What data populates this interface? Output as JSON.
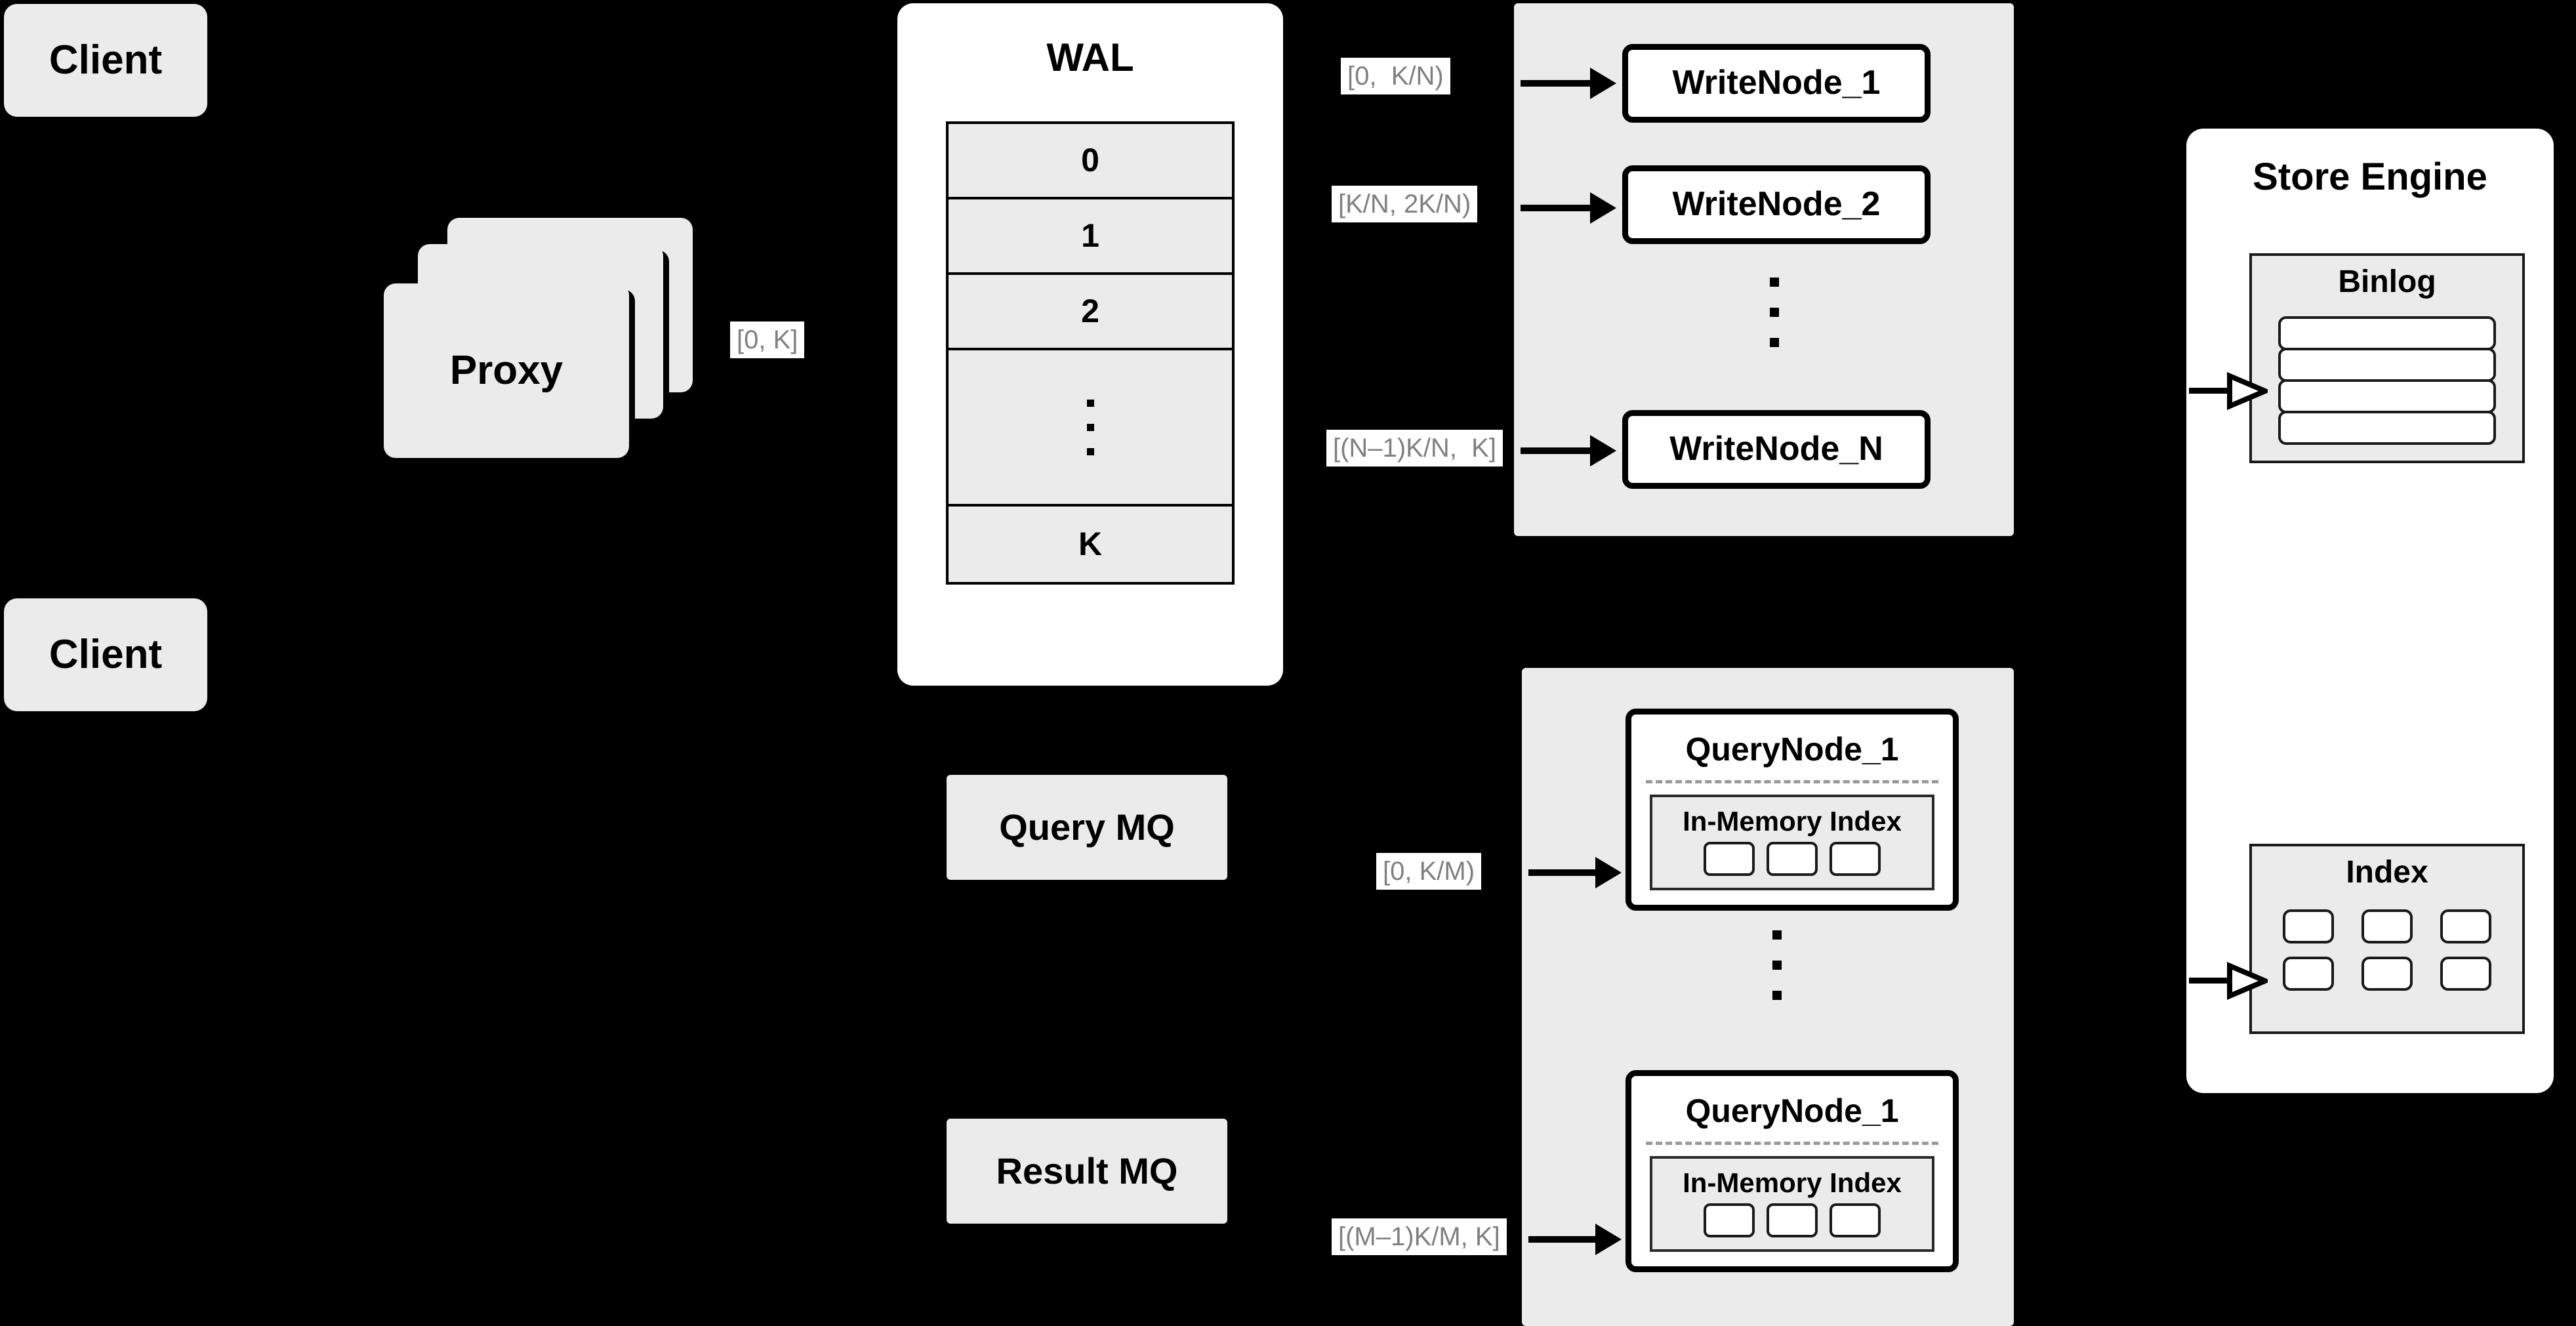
{
  "diagram": {
    "title": "Distributed Vector Database Write/Query Architecture",
    "background": "#000000",
    "colors": {
      "panel_gray": "#ebebeb",
      "panel_white": "#ffffff",
      "stroke": "#000000",
      "label_text": "#808080",
      "dashed_separator": "#9a9a9a"
    }
  },
  "clients": [
    {
      "label": "Client"
    },
    {
      "label": "Client"
    }
  ],
  "proxy": {
    "label": "Proxy",
    "stack_count": 3
  },
  "wal": {
    "title": "WAL",
    "entries": [
      "0",
      "1",
      "2",
      "···",
      "K"
    ],
    "ellipsis_dots": 3
  },
  "message_queues": [
    {
      "label": "Query MQ"
    },
    {
      "label": "Result MQ"
    }
  ],
  "write_cluster": {
    "nodes": [
      {
        "label": "WriteNode_1"
      },
      {
        "label": "WriteNode_2"
      },
      {
        "label": "WriteNode_N"
      }
    ],
    "ellipsis_dots": 3
  },
  "query_cluster": {
    "nodes": [
      {
        "label": "QueryNode_1",
        "inner": {
          "title": "In-Memory Index",
          "cells": 3
        }
      },
      {
        "label": "QueryNode_1",
        "inner": {
          "title": "In-Memory Index",
          "cells": 3
        }
      }
    ],
    "ellipsis_dots": 3
  },
  "store_engine": {
    "title": "Store Engine",
    "binlog": {
      "title": "Binlog",
      "rows": 4
    },
    "index": {
      "title": "Index",
      "rows": 2,
      "cols": 3,
      "cells": 6
    }
  },
  "edge_labels": {
    "proxy_to_wal": "[0, K]",
    "wal_to_write_1": "[0,  K/N)",
    "wal_to_write_2": "[K/N, 2K/N)",
    "wal_to_write_n": "[(N–1)K/N,  K]",
    "mq_to_query_1": "[0, K/M)",
    "mq_to_query_m": "[(M–1)K/M, K]"
  }
}
